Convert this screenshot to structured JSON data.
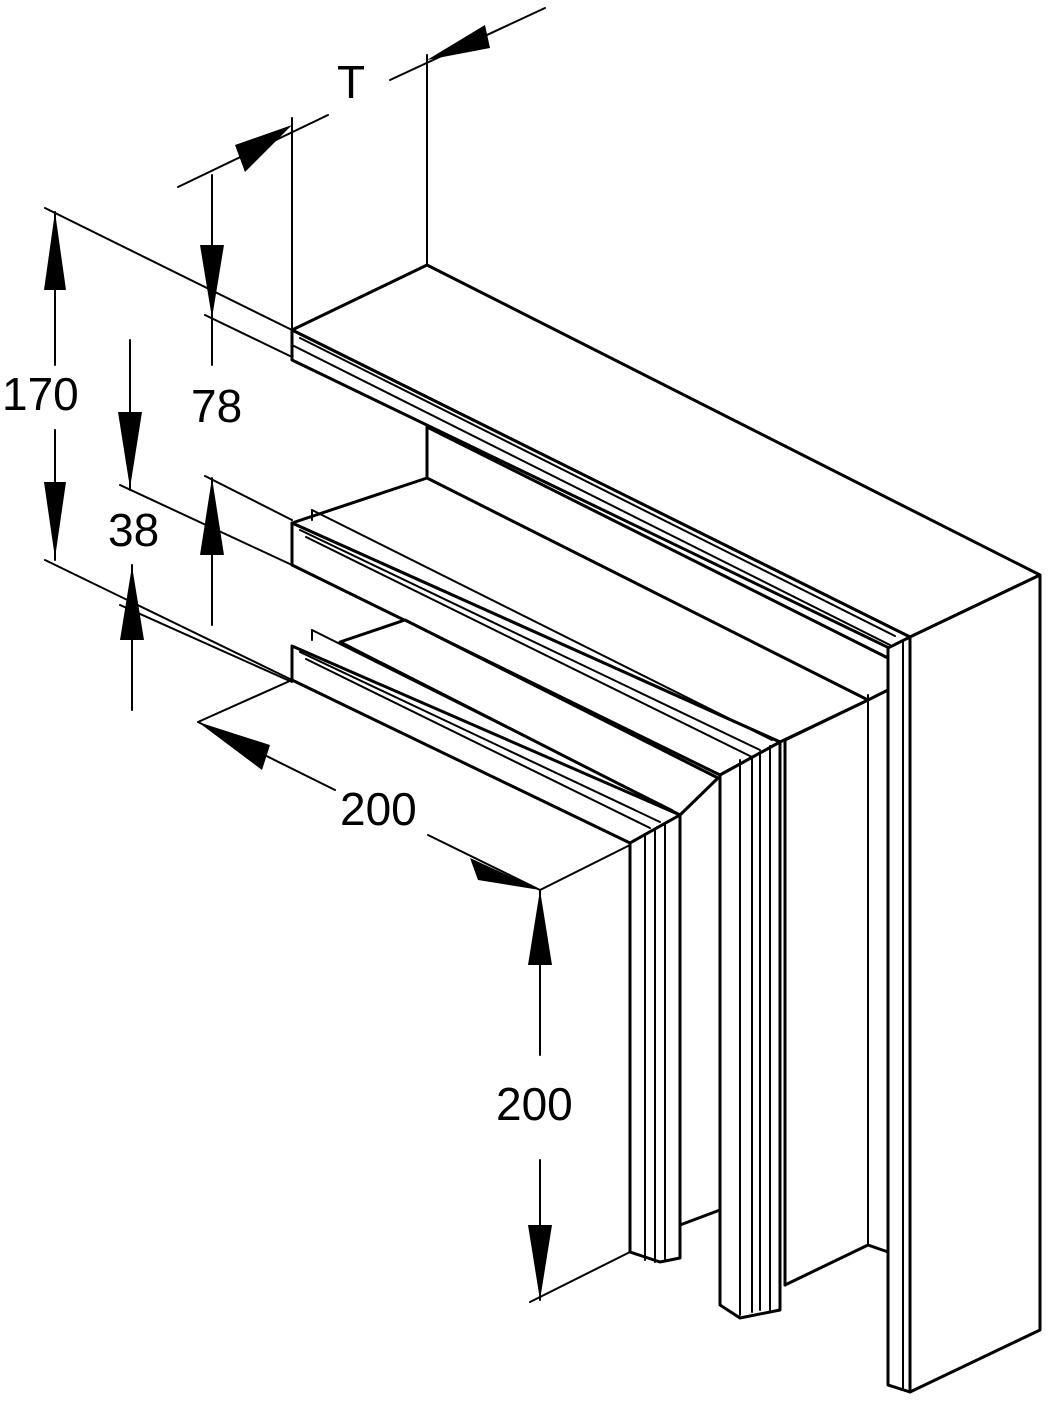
{
  "dimensions": {
    "depth_label": "T",
    "overall_height": "170",
    "top_height": "78",
    "profile_height": "38",
    "leg_horizontal": "200",
    "leg_vertical": "200"
  }
}
